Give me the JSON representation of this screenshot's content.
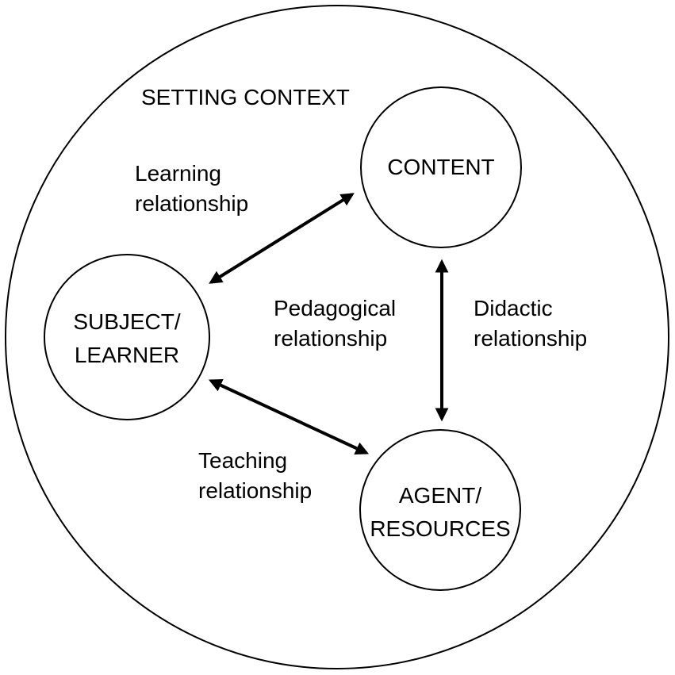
{
  "setting": {
    "title": "SETTING CONTEXT"
  },
  "nodes": {
    "content": {
      "lines": [
        "CONTENT"
      ]
    },
    "subject": {
      "lines": [
        "SUBJECT/",
        "LEARNER"
      ]
    },
    "agent": {
      "lines": [
        "AGENT/",
        "RESOURCES"
      ]
    }
  },
  "relationships": {
    "learning": {
      "lines": [
        "Learning",
        "relationship"
      ]
    },
    "pedagogical": {
      "lines": [
        "Pedagogical",
        "relationship"
      ]
    },
    "didactic": {
      "lines": [
        "Didactic",
        "relationship"
      ]
    },
    "teaching": {
      "lines": [
        "Teaching",
        "relationship"
      ]
    }
  },
  "colors": {
    "stroke": "#000000",
    "background": "#ffffff"
  }
}
